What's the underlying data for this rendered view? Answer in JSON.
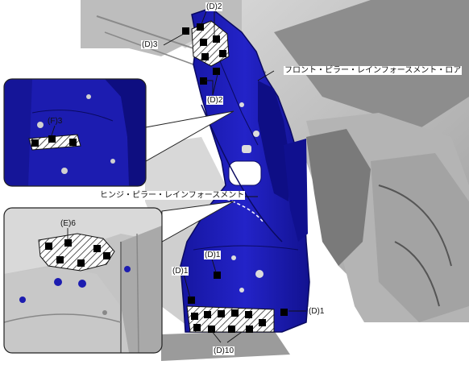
{
  "labels": {
    "d2_top": "(D)2",
    "d3": "(D)3",
    "d2_mid": "(D)2",
    "f3": "(F)3",
    "front_pillar": "フロント・ピラー・レインフォースメント・ロア",
    "hinge_pillar": "ヒンジ・ピラー・レインフォースメント",
    "e6": "(E)6",
    "d1_a": "(D)1",
    "d1_b": "(D)1",
    "d1_c": "(D)1",
    "d10": "(D)10"
  },
  "colors": {
    "panel_blue": "#1a1ab8",
    "panel_blue_dark": "#0d0d80",
    "body_grey": "#c8c8c8",
    "body_grey_dark": "#6e6e6e",
    "marker": "#000000"
  }
}
